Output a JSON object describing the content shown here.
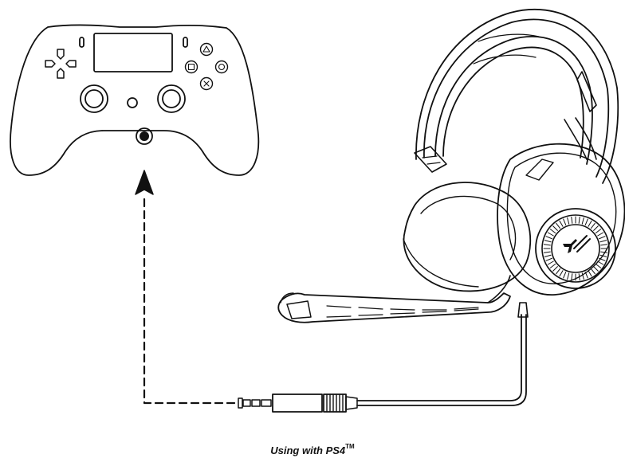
{
  "caption": {
    "text": "Using with PS4",
    "trademark": "TM"
  },
  "colors": {
    "line": "#111111",
    "background": "#ffffff"
  },
  "parts": {
    "controller": "controller-illustration",
    "headset": "headset-illustration",
    "logo": "hyperx-logo",
    "plug": "3.5mm-plug",
    "arrow": "dashed-connection-arrow"
  }
}
